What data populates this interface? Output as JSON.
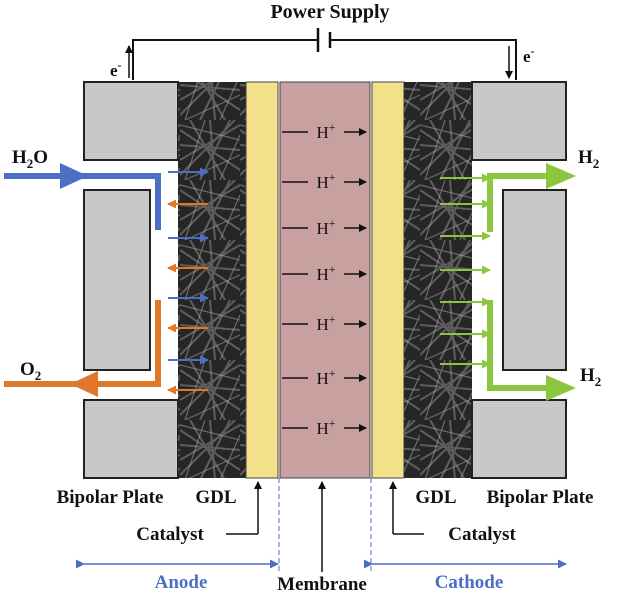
{
  "labels": {
    "power_supply": "Power Supply",
    "electron": "e",
    "electron_sup": "-",
    "water_main": "H",
    "water_sub": "2",
    "water_tail": "O",
    "oxygen_main": "O",
    "oxygen_sub": "2",
    "hydrogen_main": "H",
    "hydrogen_sub": "2",
    "proton_main": "H",
    "proton_sup": "+",
    "bipolar_plate": "Bipolar Plate",
    "gdl": "GDL",
    "catalyst": "Catalyst",
    "membrane": "Membrane",
    "anode": "Anode",
    "cathode": "Cathode"
  },
  "colors": {
    "water_arrow": "#4a6fc4",
    "oxygen_arrow": "#e0782a",
    "hydrogen_arrow": "#8cc63f",
    "plate": "#c8c8c8",
    "fiber_layer": "#2a2a2a",
    "catalyst_layer": "#f4e08a",
    "membrane": "#c9a0a0",
    "electrode_label": "#4a6fc4",
    "wire": "#111111"
  }
}
